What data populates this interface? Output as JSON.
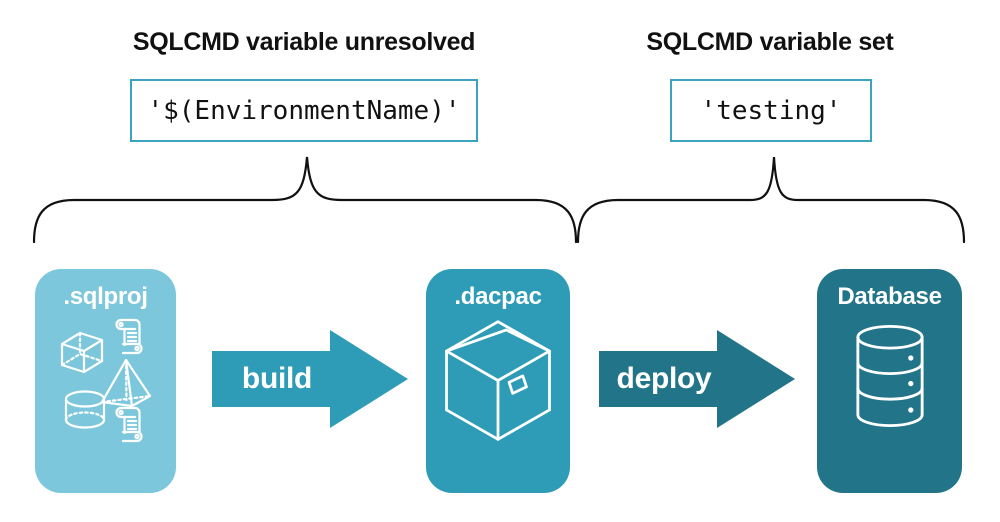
{
  "diagram": {
    "annotations": [
      {
        "heading": "SQLCMD variable unresolved",
        "code": "'$(EnvironmentName)'"
      },
      {
        "heading": "SQLCMD variable set",
        "code": "'testing'"
      }
    ],
    "nodes": [
      {
        "label": ".sqlproj",
        "icon": "sql-objects-icon"
      },
      {
        "label": ".dacpac",
        "icon": "package-box-icon"
      },
      {
        "label": "Database",
        "icon": "database-icon"
      }
    ],
    "arrows": [
      {
        "label": "build"
      },
      {
        "label": "deploy"
      }
    ],
    "colors": {
      "light_blue": "#7CC7DC",
      "teal": "#2E9CB6",
      "dark_teal": "#227488",
      "code_border": "#3BA3BE",
      "text_dark": "#111111"
    }
  }
}
